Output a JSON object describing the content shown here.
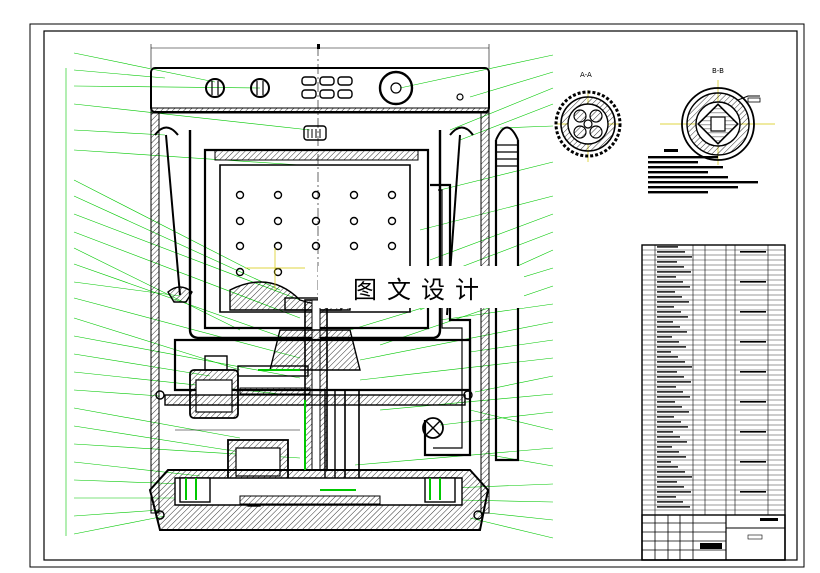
{
  "drawing": {
    "section_a_label": "A-A",
    "section_b_label": "B-B",
    "watermark_text": "图文设计",
    "colors": {
      "background": "#ffffff",
      "line": "#000000",
      "leader": "#00c800",
      "centerline": "#d4c600",
      "hatch": "#000000"
    }
  }
}
